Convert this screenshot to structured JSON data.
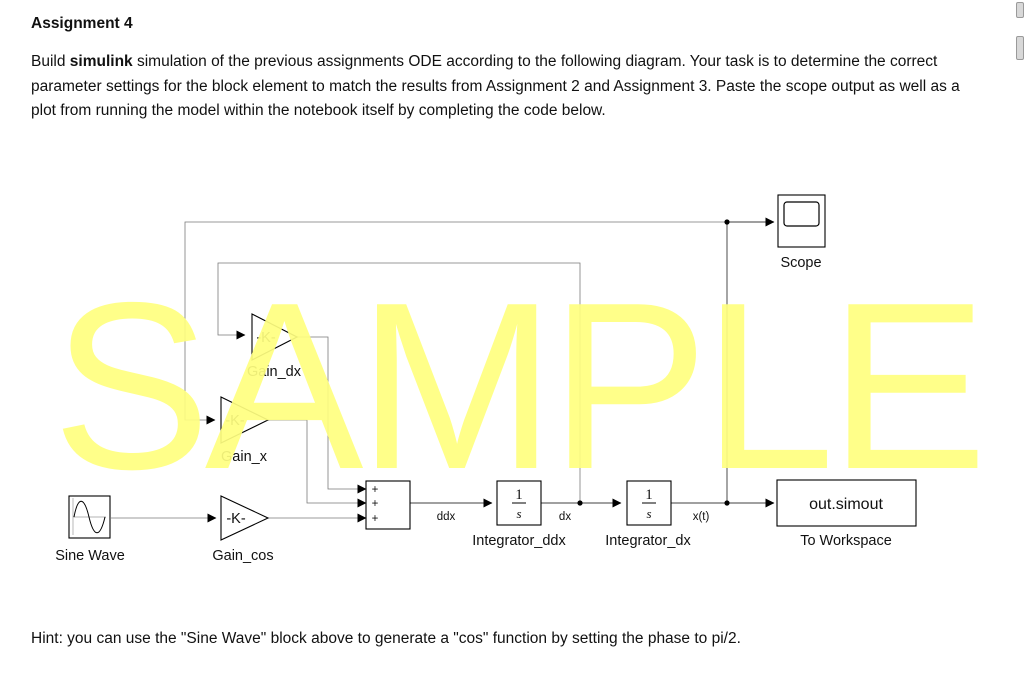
{
  "assignment": {
    "title": "Assignment 4",
    "intro_lead": "Build ",
    "intro_bold": "simulink",
    "intro_rest": " simulation of the previous assignments ODE according to the following diagram. Your task is to determine the correct parameter settings for the block element to match the results from Assignment 2 and Assignment 3. Paste the scope output as well as a plot from running the model within the notebook itself by completing the code below.",
    "hint": "Hint:  you can use the \"Sine Wave\" block above to generate a \"cos\" function by setting the phase to pi/2."
  },
  "watermark": "SAMPLE",
  "diagram": {
    "blocks": {
      "sine_wave": {
        "label": "Sine Wave"
      },
      "gain_dx": {
        "content": "-K-",
        "label": "Gain_dx"
      },
      "gain_x": {
        "content": "-K-",
        "label": "Gain_x"
      },
      "gain_cos": {
        "content": "-K-",
        "label": "Gain_cos"
      },
      "sum": {
        "signs": [
          "+",
          "+",
          "+"
        ]
      },
      "integrator_ddx": {
        "num": "1",
        "den": "s",
        "label": "Integrator_ddx"
      },
      "integrator_dx": {
        "num": "1",
        "den": "s",
        "label": "Integrator_dx"
      },
      "scope": {
        "label": "Scope"
      },
      "to_workspace": {
        "content": "out.simout",
        "label": "To Workspace"
      }
    },
    "signals": {
      "ddx": "ddx",
      "dx": "dx",
      "xt": "x(t)"
    }
  },
  "colors": {
    "watermark": "#ffff80",
    "line": "#000000",
    "feedback": "#7a7a7a"
  }
}
